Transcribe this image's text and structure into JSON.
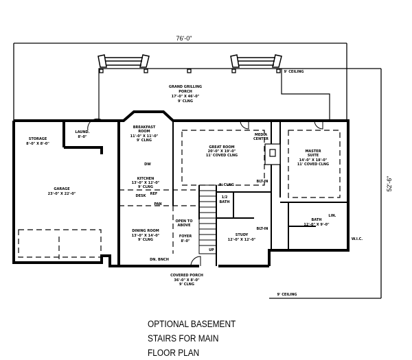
{
  "plan": {
    "width_dimension": "76'-0\"",
    "depth_dimension": "52'-6\"",
    "rooms": {
      "grilling_porch": {
        "name": "GRAND GRILLING",
        "name2": "PORCH",
        "size": "17'-0\" X 46'-0\"",
        "ceiling": "9' CLNG"
      },
      "storage": {
        "name": "STORAGE",
        "size": "8'-0\" X 8'-0\""
      },
      "laundry": {
        "name": "LAUND.",
        "size": "8'-0\""
      },
      "garage": {
        "name": "GARAGE",
        "size": "23'-0\" X 22'-0\""
      },
      "breakfast": {
        "name": "BREAKFAST",
        "name2": "ROOM",
        "size": "11'-0\" X 11'-0\"",
        "ceiling": "9' CLNG"
      },
      "great_room": {
        "name": "GREAT ROOM",
        "size": "20'-0\" X 19'-0\"",
        "ceiling": "11' COVED CLNG"
      },
      "media_center": {
        "name": "MEDIA",
        "name2": "CENTER"
      },
      "master_suite": {
        "name": "MASTER",
        "name2": "SUITE",
        "size": "14'-0\" X 18'-0\"",
        "ceiling": "11' COVED CLNG"
      },
      "kitchen": {
        "name": "KITCHEN",
        "size": "13'-0\" X 12'-0\"",
        "ceiling": "9' CLNG"
      },
      "dining": {
        "name": "DINING ROOM",
        "size": "13'-0\" X 14'-0\"",
        "ceiling": "9' CLNG"
      },
      "foyer": {
        "name": "FOYER",
        "size": "8'-0\""
      },
      "half_bath": {
        "name": "1/2",
        "name2": "BATH"
      },
      "study": {
        "name": "STUDY",
        "size": "12'-0\" X 12'-0\""
      },
      "bath": {
        "name": "BATH",
        "size": "12'-0\" X 9'-0\""
      },
      "covered_porch": {
        "name": "COVERED PORCH",
        "size": "36'-0\" X 8'-0\"",
        "ceiling": "9' CLNG"
      }
    },
    "notes": {
      "ceiling_top": "9' CEILING",
      "ceiling_front": "9' CEILING",
      "ceiling_great": "9' CLNG",
      "open_to_above": "OPEN TO",
      "open_to_above2": "ABOVE",
      "ref": "REF",
      "dw": "DW",
      "pan": "PAN",
      "desk": "DESK",
      "dn_bench": "DN. BNCH",
      "built_in_1": "BLT-IN",
      "built_in_2": "BLT-IN",
      "linen": "LIN.",
      "wic": "W.I.C.",
      "up": "UP"
    }
  },
  "caption": {
    "line1": "OPTIONAL BASEMENT",
    "line2": "STAIRS FOR MAIN",
    "line3": "FLOOR PLAN"
  }
}
